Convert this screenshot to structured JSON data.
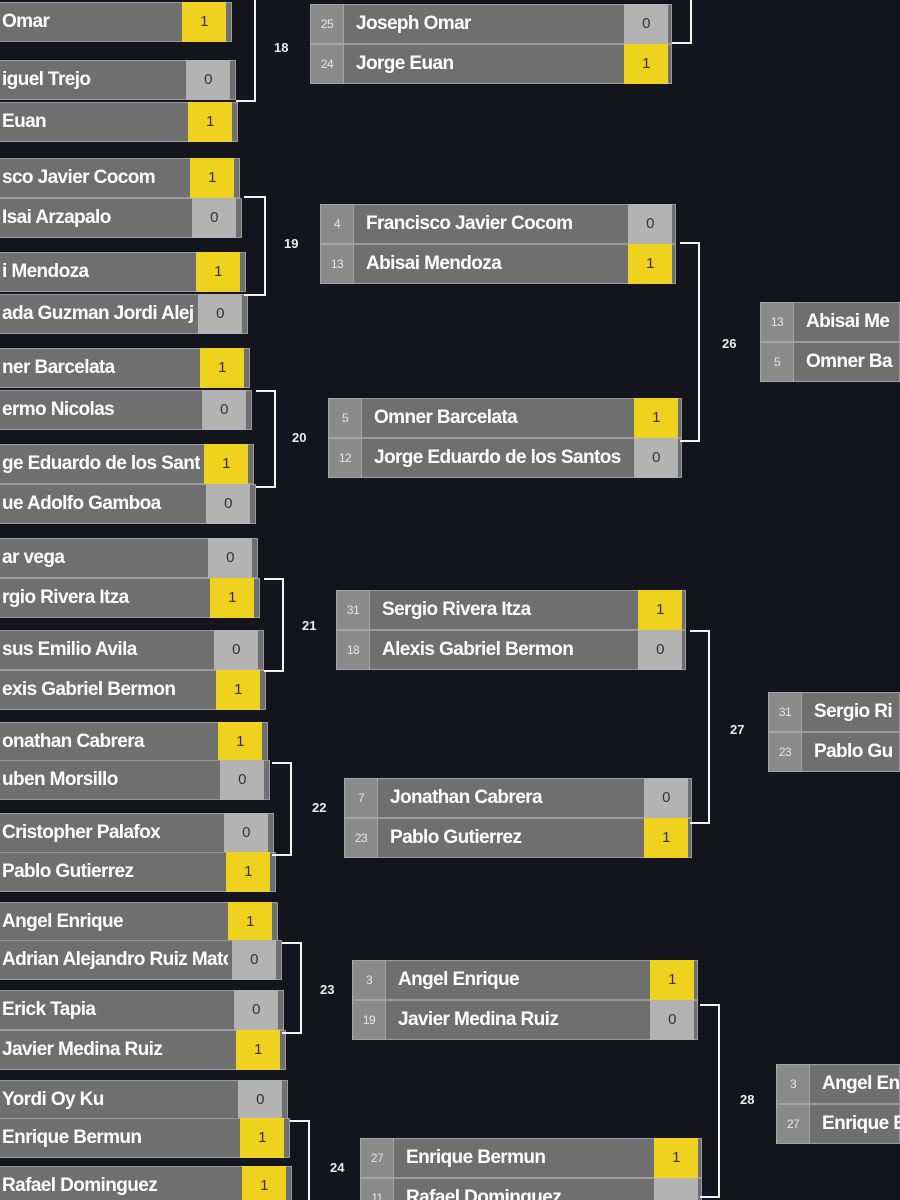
{
  "rounds": [
    {
      "round": 1,
      "matches": [
        {
          "number": "18",
          "players": [
            {
              "seed": "",
              "name": "Omar",
              "score": "1",
              "winner": true
            },
            {
              "seed": "",
              "name": "iguel Trejo",
              "score": "0",
              "winner": false
            },
            {
              "seed": "",
              "name": "Euan",
              "score": "1",
              "winner": true
            }
          ]
        },
        {
          "number": "19",
          "players": [
            {
              "seed": "",
              "name": "sco Javier Cocom",
              "score": "1",
              "winner": true
            },
            {
              "seed": "",
              "name": "Isai Arzapalo",
              "score": "0",
              "winner": false
            },
            {
              "seed": "",
              "name": "i Mendoza",
              "score": "1",
              "winner": true
            },
            {
              "seed": "",
              "name": "ada Guzman Jordi Aleja",
              "score": "0",
              "winner": false
            }
          ]
        },
        {
          "number": "20",
          "players": [
            {
              "seed": "",
              "name": "ner Barcelata",
              "score": "1",
              "winner": true
            },
            {
              "seed": "",
              "name": "ermo Nicolas",
              "score": "0",
              "winner": false
            },
            {
              "seed": "",
              "name": "ge Eduardo de los Santos",
              "score": "1",
              "winner": true
            },
            {
              "seed": "",
              "name": "ue Adolfo Gamboa",
              "score": "0",
              "winner": false
            }
          ]
        },
        {
          "number": "21",
          "players": [
            {
              "seed": "",
              "name": "ar vega",
              "score": "0",
              "winner": false
            },
            {
              "seed": "",
              "name": "rgio Rivera Itza",
              "score": "1",
              "winner": true
            },
            {
              "seed": "",
              "name": "sus Emilio Avila",
              "score": "0",
              "winner": false
            },
            {
              "seed": "",
              "name": "exis Gabriel Bermon",
              "score": "1",
              "winner": true
            }
          ]
        },
        {
          "number": "22",
          "players": [
            {
              "seed": "",
              "name": "onathan Cabrera",
              "score": "1",
              "winner": true
            },
            {
              "seed": "",
              "name": "uben Morsillo",
              "score": "0",
              "winner": false
            },
            {
              "seed": "",
              "name": "Cristopher Palafox",
              "score": "0",
              "winner": false
            },
            {
              "seed": "",
              "name": "Pablo Gutierrez",
              "score": "1",
              "winner": true
            }
          ]
        },
        {
          "number": "23",
          "players": [
            {
              "seed": "",
              "name": "Angel Enrique",
              "score": "1",
              "winner": true
            },
            {
              "seed": "",
              "name": "Adrian Alejandro Ruiz Matos",
              "score": "0",
              "winner": false
            },
            {
              "seed": "",
              "name": "Erick Tapia",
              "score": "0",
              "winner": false
            },
            {
              "seed": "",
              "name": "Javier Medina Ruiz",
              "score": "1",
              "winner": true
            }
          ]
        },
        {
          "number": "24",
          "players": [
            {
              "seed": "",
              "name": "Yordi Oy Ku",
              "score": "0",
              "winner": false
            },
            {
              "seed": "",
              "name": "Enrique Bermun",
              "score": "1",
              "winner": true
            },
            {
              "seed": "",
              "name": "Rafael Dominguez",
              "score": "1",
              "winner": true
            }
          ]
        }
      ]
    },
    {
      "round": 2,
      "matches": [
        {
          "number": "",
          "players": [
            {
              "seed": "25",
              "name": "Joseph Omar",
              "score": "0",
              "winner": false
            },
            {
              "seed": "24",
              "name": "Jorge Euan",
              "score": "1",
              "winner": true
            }
          ]
        },
        {
          "number": "",
          "players": [
            {
              "seed": "4",
              "name": "Francisco Javier Cocom",
              "score": "0",
              "winner": false
            },
            {
              "seed": "13",
              "name": "Abisai Mendoza",
              "score": "1",
              "winner": true
            }
          ]
        },
        {
          "number": "",
          "players": [
            {
              "seed": "5",
              "name": "Omner Barcelata",
              "score": "1",
              "winner": true
            },
            {
              "seed": "12",
              "name": "Jorge Eduardo de los Santos",
              "score": "0",
              "winner": false
            }
          ]
        },
        {
          "number": "",
          "players": [
            {
              "seed": "31",
              "name": "Sergio Rivera Itza",
              "score": "1",
              "winner": true
            },
            {
              "seed": "18",
              "name": "Alexis Gabriel Bermon",
              "score": "0",
              "winner": false
            }
          ]
        },
        {
          "number": "",
          "players": [
            {
              "seed": "7",
              "name": "Jonathan Cabrera",
              "score": "0",
              "winner": false
            },
            {
              "seed": "23",
              "name": "Pablo Gutierrez",
              "score": "1",
              "winner": true
            }
          ]
        },
        {
          "number": "",
          "players": [
            {
              "seed": "3",
              "name": "Angel Enrique",
              "score": "1",
              "winner": true
            },
            {
              "seed": "19",
              "name": "Javier Medina Ruiz",
              "score": "0",
              "winner": false
            }
          ]
        },
        {
          "number": "",
          "players": [
            {
              "seed": "27",
              "name": "Enrique Bermun",
              "score": "1",
              "winner": true
            },
            {
              "seed": "11",
              "name": "Rafael Dominguez",
              "score": "",
              "winner": false
            }
          ]
        }
      ],
      "connector_numbers": [
        "26",
        "27",
        "28"
      ]
    },
    {
      "round": 3,
      "matches": [
        {
          "number": "",
          "players": [
            {
              "seed": "13",
              "name": "Abisai Me"
            },
            {
              "seed": "5",
              "name": "Omner Ba"
            }
          ]
        },
        {
          "number": "",
          "players": [
            {
              "seed": "31",
              "name": "Sergio Ri"
            },
            {
              "seed": "23",
              "name": "Pablo Gu"
            }
          ]
        },
        {
          "number": "",
          "players": [
            {
              "seed": "3",
              "name": "Angel En"
            },
            {
              "seed": "27",
              "name": "Enrique B"
            }
          ]
        }
      ]
    }
  ],
  "colors": {
    "background": "#14141d",
    "row": "#6f6f70",
    "seed_box": "#8a8a8b",
    "score_loss": "#b3b3b3",
    "score_win": "#efd21e",
    "connector": "#f2f2f2"
  }
}
